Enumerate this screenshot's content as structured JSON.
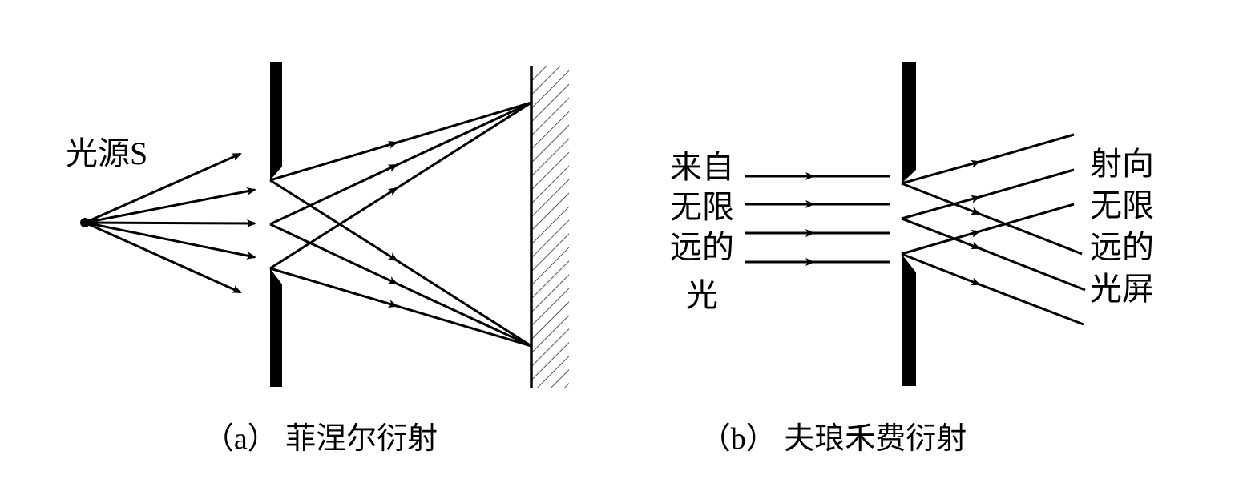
{
  "panel_a": {
    "source_label": "光源S",
    "caption": "（a） 菲涅尔衍射"
  },
  "panel_b": {
    "incoming_label": [
      "来自",
      "无限",
      "远的",
      "光"
    ],
    "outgoing_label": [
      "射向",
      "无限",
      "远的",
      "光屏"
    ],
    "caption": "（b） 夫琅禾费衍射"
  },
  "colors": {
    "ink": "#000000",
    "background": "#ffffff"
  }
}
